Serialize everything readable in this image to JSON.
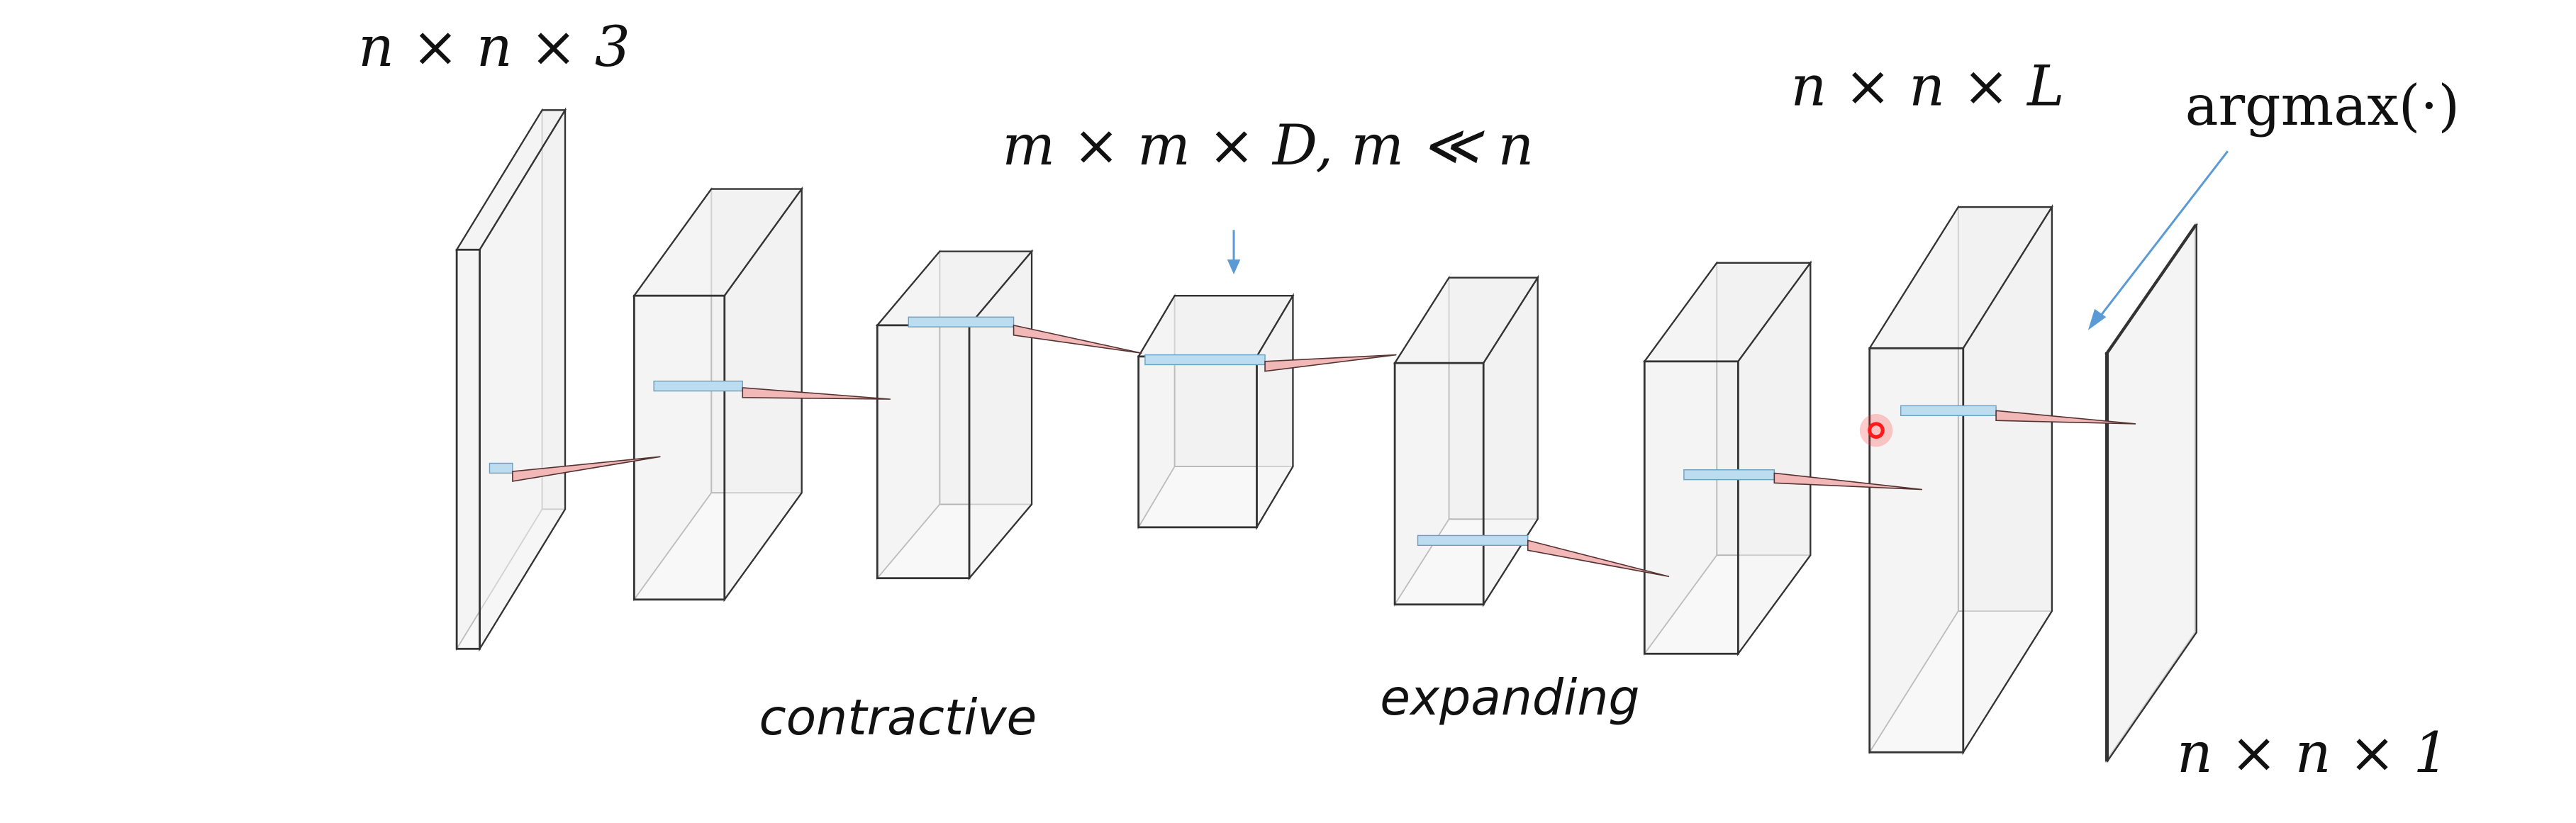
{
  "labels": {
    "input_dims": "n × n × 3",
    "bottleneck_dims": "m × m × D, m ≪ n",
    "logits_dims": "n × n × L",
    "argmax": "argmax(·)",
    "output_dims": "n × n × 1",
    "contractive": "contractive",
    "expanding": "expanding"
  },
  "colors": {
    "arrow": "#5b9bd5",
    "cone": "#f2b8b8",
    "patch": "#bcdcf0",
    "cursor": "#ff1a1a",
    "face": "#f2f2f2",
    "edge": "#333333"
  }
}
